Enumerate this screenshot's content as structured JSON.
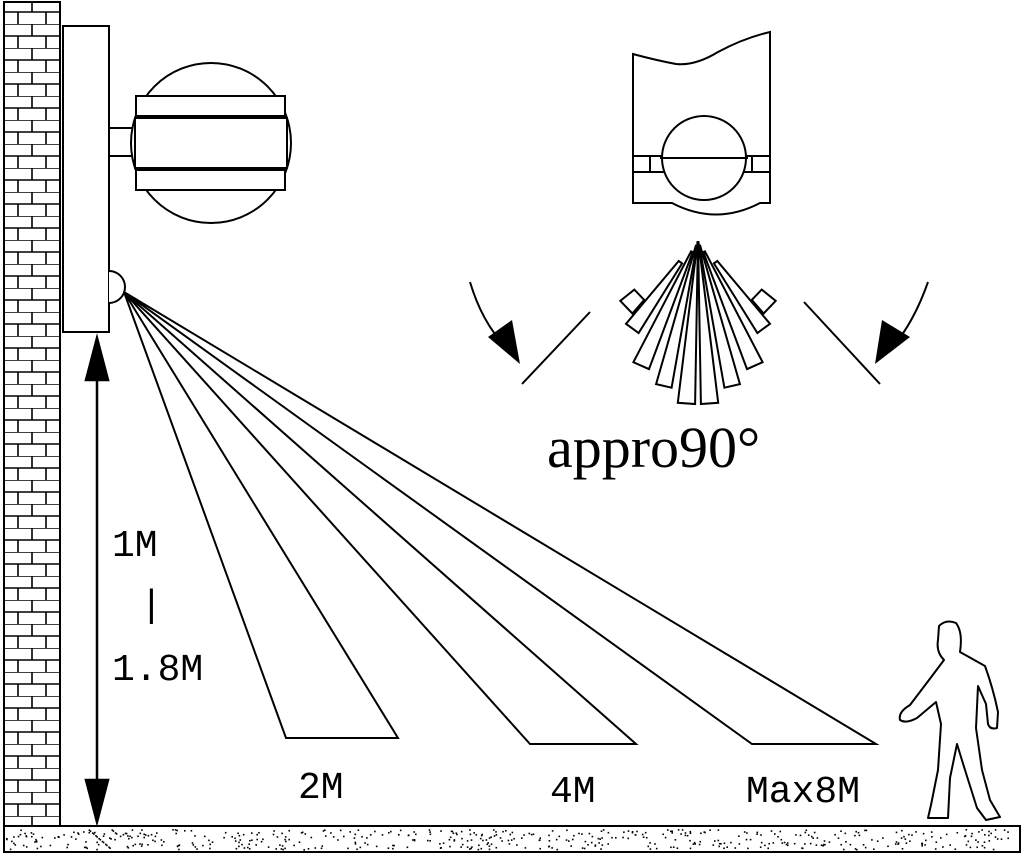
{
  "labels": {
    "angle": "appro90°",
    "height_top": "1M",
    "height_sep": "|",
    "height_bottom": "1.8M",
    "zone_2m": "2M",
    "zone_4m": "4M",
    "zone_8m": "Max8M"
  },
  "colors": {
    "ink": "#000000",
    "paper": "#ffffff"
  }
}
